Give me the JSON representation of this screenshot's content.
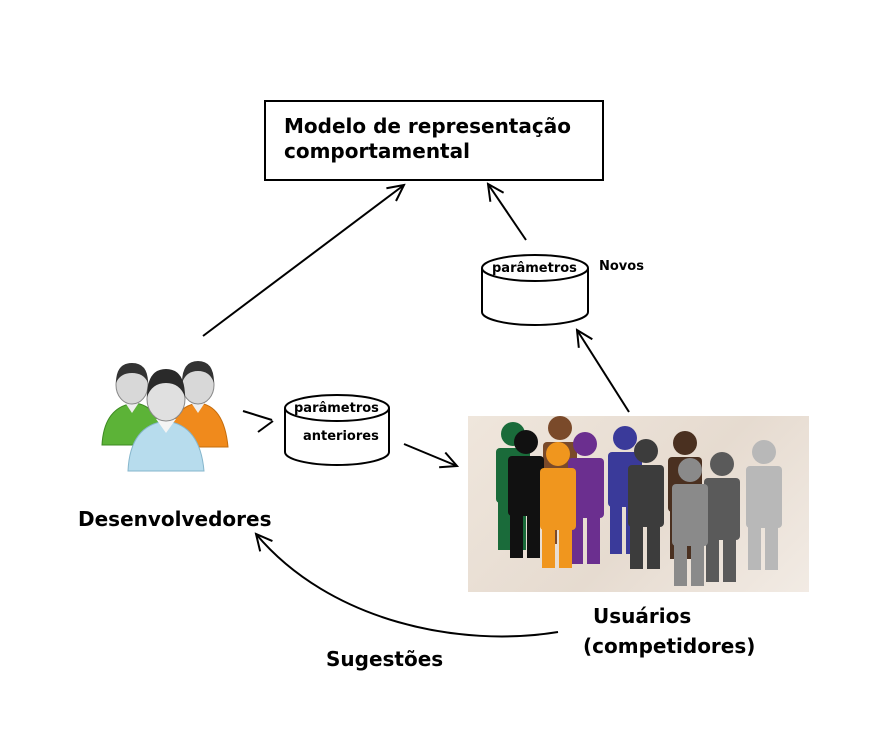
{
  "model": {
    "title_line1": "Modelo de representação",
    "title_line2": "comportamental"
  },
  "params_new": {
    "label": "parâmetros",
    "tag": "Novos"
  },
  "params_old": {
    "label": "parâmetros",
    "sub": "anteriores"
  },
  "developers": {
    "label": "Desenvolvedores",
    "icon": "developers-group-icon",
    "colors": [
      "#5cb337",
      "#f08a1c",
      "#b7dced"
    ]
  },
  "users": {
    "label_line1": "Usuários",
    "label_line2": "(competidores)",
    "icon": "crowd-icon"
  },
  "feedback": {
    "label": "Sugestões"
  }
}
